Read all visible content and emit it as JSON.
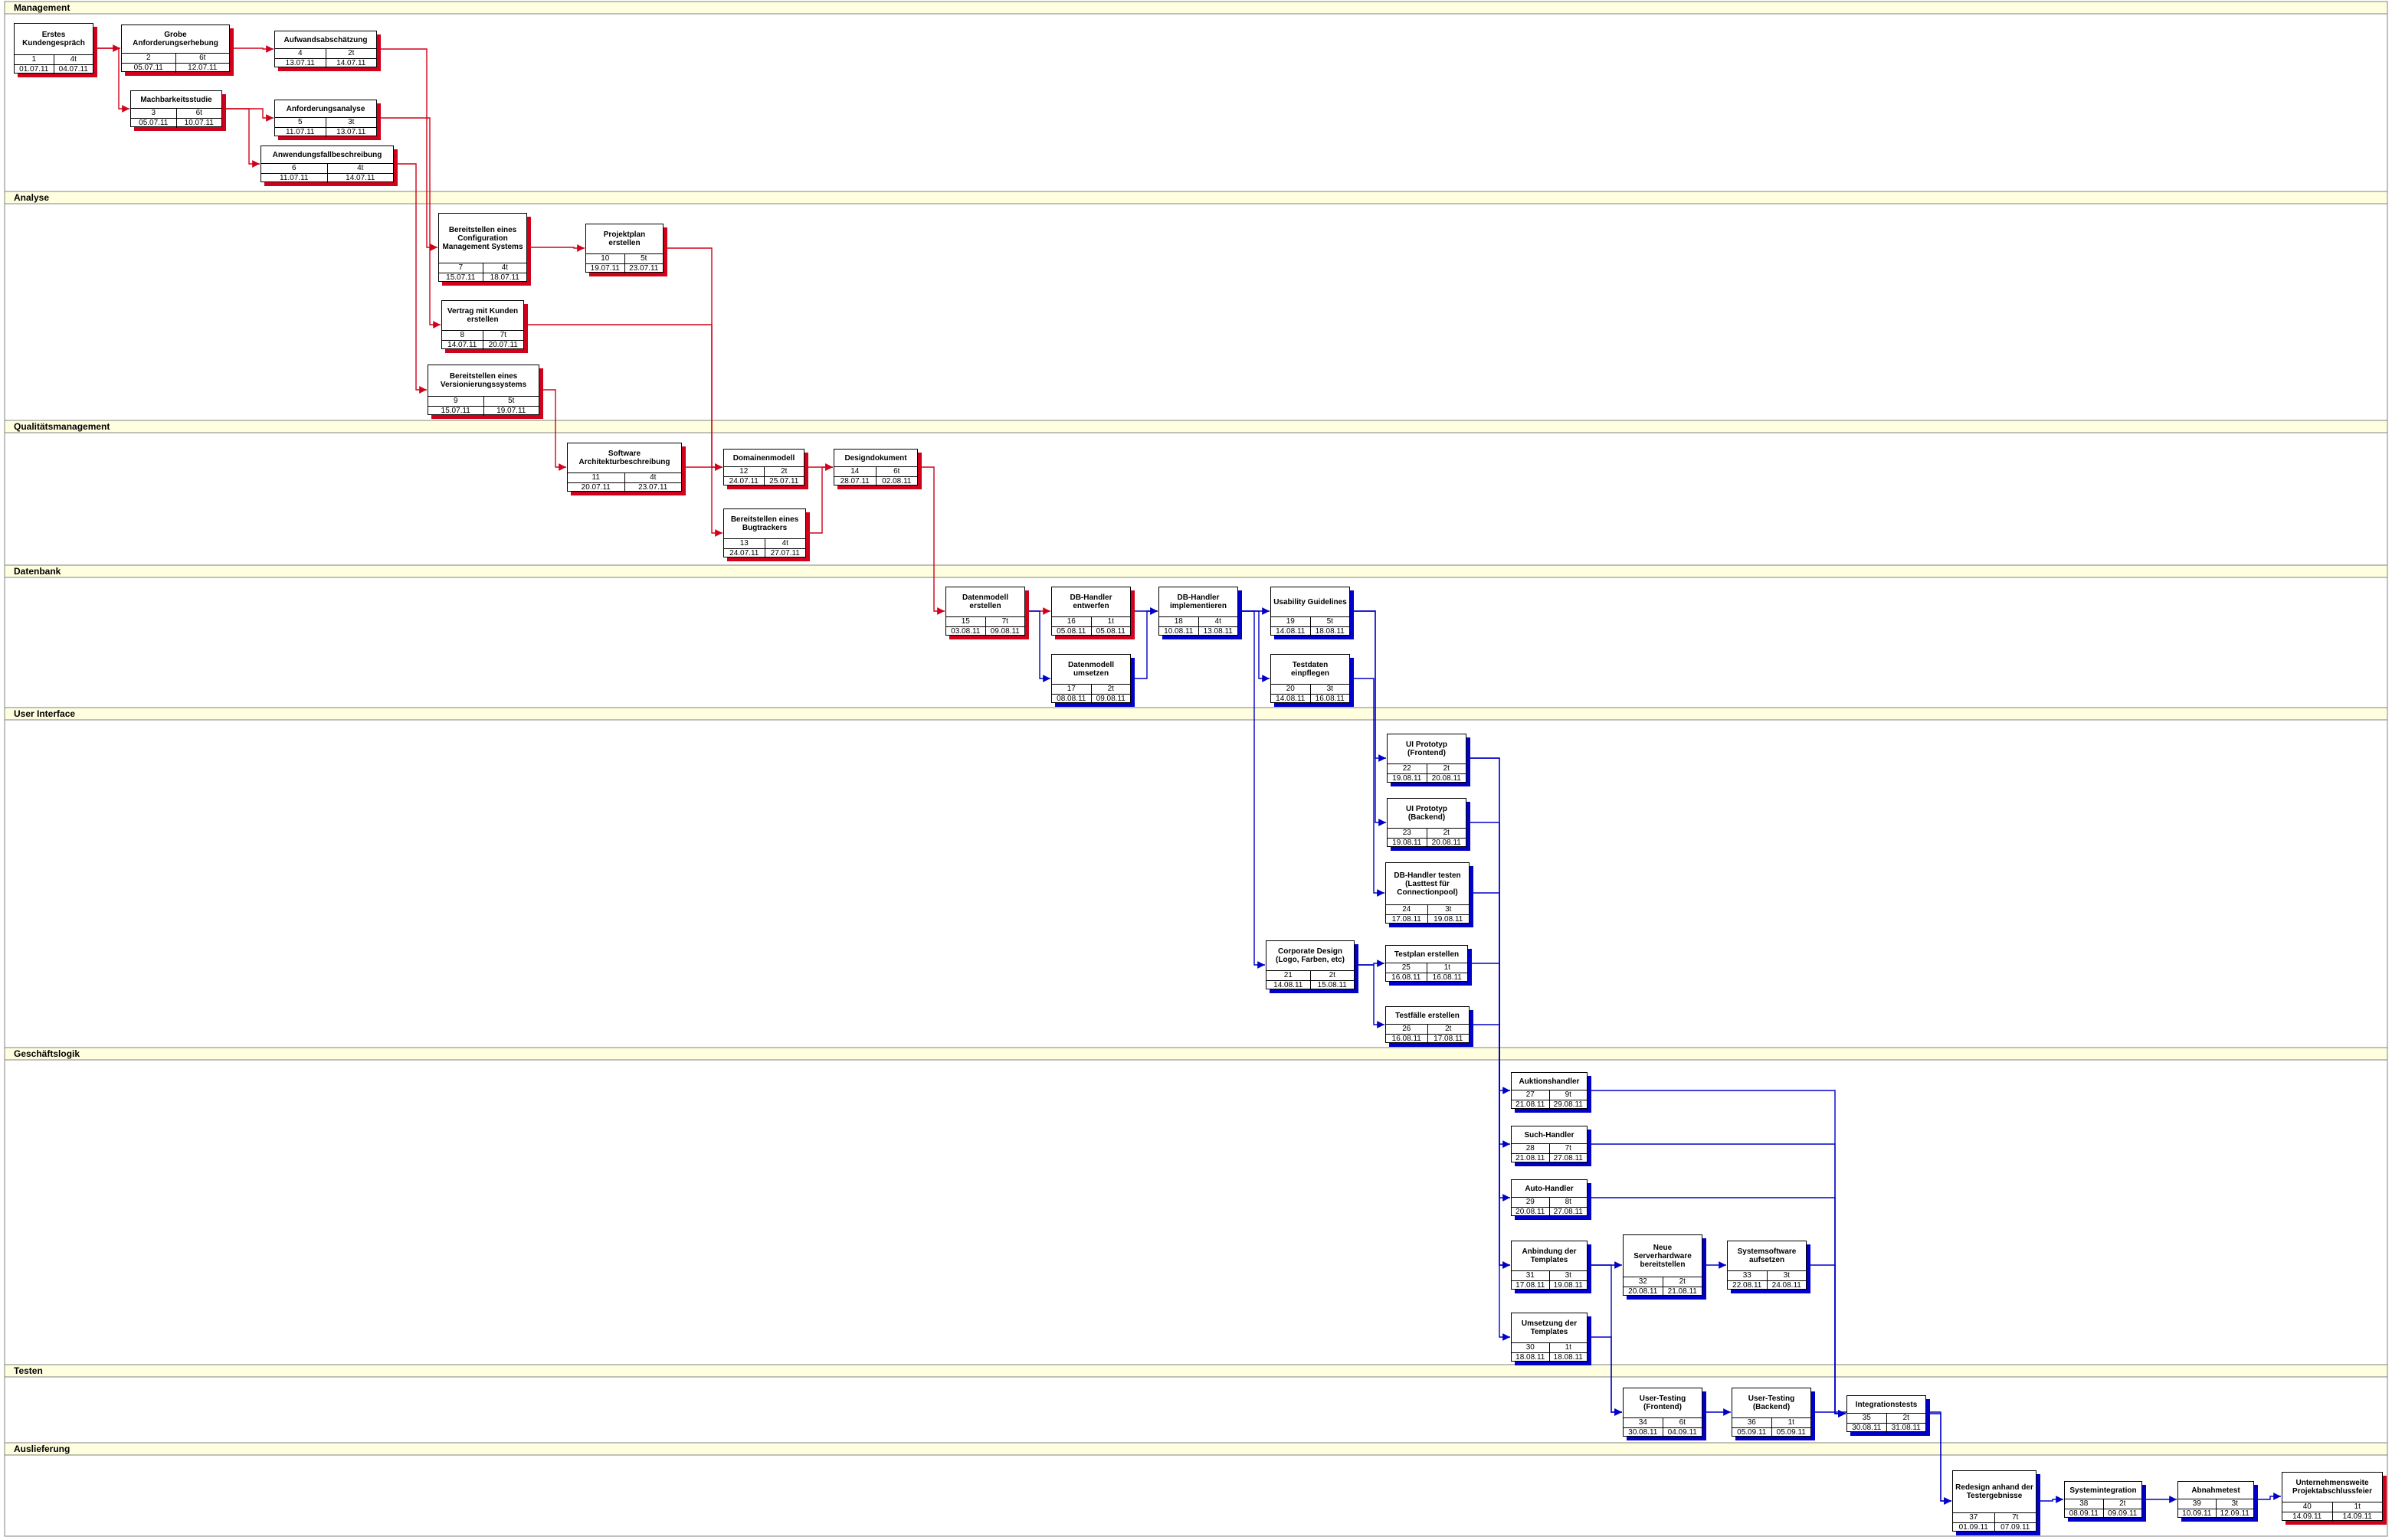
{
  "diagram": {
    "lanes": [
      {
        "name": "Management"
      },
      {
        "name": "Analyse"
      },
      {
        "name": "Qualitätsmanagement"
      },
      {
        "name": "Datenbank"
      },
      {
        "name": "User Interface"
      },
      {
        "name": "Geschäftslogik"
      },
      {
        "name": "Testen"
      },
      {
        "name": "Auslieferung"
      }
    ],
    "tasks": [
      {
        "name": "Erstes Kundengespräch",
        "id": "1",
        "duration": "4t",
        "start": "01.07.11",
        "end": "04.07.11",
        "critical": true
      },
      {
        "name": "Grobe Anforderungserhebung",
        "id": "2",
        "duration": "6t",
        "start": "05.07.11",
        "end": "12.07.11",
        "critical": true
      },
      {
        "name": "Machbarkeitsstudie",
        "id": "3",
        "duration": "6t",
        "start": "05.07.11",
        "end": "10.07.11",
        "critical": true
      },
      {
        "name": "Aufwandsabschätzung",
        "id": "4",
        "duration": "2t",
        "start": "13.07.11",
        "end": "14.07.11",
        "critical": true
      },
      {
        "name": "Anforderungsanalyse",
        "id": "5",
        "duration": "3t",
        "start": "11.07.11",
        "end": "13.07.11",
        "critical": true
      },
      {
        "name": "Anwendungsfallbeschreibung",
        "id": "6",
        "duration": "4t",
        "start": "11.07.11",
        "end": "14.07.11",
        "critical": true
      },
      {
        "name": "Bereitstellen eines Configuration Management Systems",
        "id": "7",
        "duration": "4t",
        "start": "15.07.11",
        "end": "18.07.11",
        "critical": true
      },
      {
        "name": "Vertrag mit Kunden erstellen",
        "id": "8",
        "duration": "7t",
        "start": "14.07.11",
        "end": "20.07.11",
        "critical": true
      },
      {
        "name": "Bereitstellen eines Versionierungssystems",
        "id": "9",
        "duration": "5t",
        "start": "15.07.11",
        "end": "19.07.11",
        "critical": true
      },
      {
        "name": "Projektplan erstellen",
        "id": "10",
        "duration": "5t",
        "start": "19.07.11",
        "end": "23.07.11",
        "critical": true
      },
      {
        "name": "Software Architekturbeschreibung",
        "id": "11",
        "duration": "4t",
        "start": "20.07.11",
        "end": "23.07.11",
        "critical": true
      },
      {
        "name": "Domainenmodell",
        "id": "12",
        "duration": "2t",
        "start": "24.07.11",
        "end": "25.07.11",
        "critical": true
      },
      {
        "name": "Bereitstellen eines Bugtrackers",
        "id": "13",
        "duration": "4t",
        "start": "24.07.11",
        "end": "27.07.11",
        "critical": true
      },
      {
        "name": "Designdokument",
        "id": "14",
        "duration": "6t",
        "start": "28.07.11",
        "end": "02.08.11",
        "critical": true
      },
      {
        "name": "Datenmodell erstellen",
        "id": "15",
        "duration": "7t",
        "start": "03.08.11",
        "end": "09.08.11",
        "critical": true
      },
      {
        "name": "DB-Handler entwerfen",
        "id": "16",
        "duration": "1t",
        "start": "05.08.11",
        "end": "05.08.11",
        "critical": true
      },
      {
        "name": "Datenmodell umsetzen",
        "id": "17",
        "duration": "2t",
        "start": "08.08.11",
        "end": "09.08.11",
        "critical": false
      },
      {
        "name": "DB-Handler implementieren",
        "id": "18",
        "duration": "4t",
        "start": "10.08.11",
        "end": "13.08.11",
        "critical": false
      },
      {
        "name": "Usability Guidelines",
        "id": "19",
        "duration": "5t",
        "start": "14.08.11",
        "end": "18.08.11",
        "critical": false
      },
      {
        "name": "Testdaten einpflegen",
        "id": "20",
        "duration": "3t",
        "start": "14.08.11",
        "end": "16.08.11",
        "critical": false
      },
      {
        "name": "Corporate Design (Logo, Farben, etc)",
        "id": "21",
        "duration": "2t",
        "start": "14.08.11",
        "end": "15.08.11",
        "critical": false
      },
      {
        "name": "UI Prototyp (Frontend)",
        "id": "22",
        "duration": "2t",
        "start": "19.08.11",
        "end": "20.08.11",
        "critical": false
      },
      {
        "name": "UI Prototyp (Backend)",
        "id": "23",
        "duration": "2t",
        "start": "19.08.11",
        "end": "20.08.11",
        "critical": false
      },
      {
        "name": "DB-Handler testen (Lasttest für Connectionpool)",
        "id": "24",
        "duration": "3t",
        "start": "17.08.11",
        "end": "19.08.11",
        "critical": false
      },
      {
        "name": "Testplan erstellen",
        "id": "25",
        "duration": "1t",
        "start": "16.08.11",
        "end": "16.08.11",
        "critical": false
      },
      {
        "name": "Testfälle erstellen",
        "id": "26",
        "duration": "2t",
        "start": "16.08.11",
        "end": "17.08.11",
        "critical": false
      },
      {
        "name": "Auktionshandler",
        "id": "27",
        "duration": "9t",
        "start": "21.08.11",
        "end": "29.08.11",
        "critical": false
      },
      {
        "name": "Such-Handler",
        "id": "28",
        "duration": "7t",
        "start": "21.08.11",
        "end": "27.08.11",
        "critical": false
      },
      {
        "name": "Auto-Handler",
        "id": "29",
        "duration": "8t",
        "start": "20.08.11",
        "end": "27.08.11",
        "critical": false
      },
      {
        "name": "Umsetzung der Templates",
        "id": "30",
        "duration": "1t",
        "start": "18.08.11",
        "end": "18.08.11",
        "critical": false
      },
      {
        "name": "Anbindung der Templates",
        "id": "31",
        "duration": "3t",
        "start": "17.08.11",
        "end": "19.08.11",
        "critical": false
      },
      {
        "name": "Neue Serverhardware bereitstellen",
        "id": "32",
        "duration": "2t",
        "start": "20.08.11",
        "end": "21.08.11",
        "critical": false
      },
      {
        "name": "Systemsoftware aufsetzen",
        "id": "33",
        "duration": "3t",
        "start": "22.08.11",
        "end": "24.08.11",
        "critical": false
      },
      {
        "name": "User-Testing (Frontend)",
        "id": "34",
        "duration": "6t",
        "start": "30.08.11",
        "end": "04.09.11",
        "critical": false
      },
      {
        "name": "Integrationstests",
        "id": "35",
        "duration": "2t",
        "start": "30.08.11",
        "end": "31.08.11",
        "critical": false
      },
      {
        "name": "User-Testing (Backend)",
        "id": "36",
        "duration": "1t",
        "start": "05.09.11",
        "end": "05.09.11",
        "critical": false
      },
      {
        "name": "Redesign anhand der Testergebnisse",
        "id": "37",
        "duration": "7t",
        "start": "01.09.11",
        "end": "07.09.11",
        "critical": false
      },
      {
        "name": "Systemintegration",
        "id": "38",
        "duration": "2t",
        "start": "08.09.11",
        "end": "09.09.11",
        "critical": false
      },
      {
        "name": "Abnahmetest",
        "id": "39",
        "duration": "3t",
        "start": "10.09.11",
        "end": "12.09.11",
        "critical": false
      },
      {
        "name": "Unternehmensweite Projektabschlussfeier",
        "id": "40",
        "duration": "1t",
        "start": "14.09.11",
        "end": "14.09.11",
        "critical": true
      }
    ],
    "links": [
      {
        "from": "1",
        "to": "2"
      },
      {
        "from": "1",
        "to": "3"
      },
      {
        "from": "2",
        "to": "4"
      },
      {
        "from": "3",
        "to": "5"
      },
      {
        "from": "3",
        "to": "6"
      },
      {
        "from": "4",
        "to": "7"
      },
      {
        "from": "5",
        "to": "8"
      },
      {
        "from": "6",
        "to": "9"
      },
      {
        "from": "7",
        "to": "10"
      },
      {
        "from": "9",
        "to": "11"
      },
      {
        "from": "10",
        "to": "12"
      },
      {
        "from": "8",
        "to": "13"
      },
      {
        "from": "11",
        "to": "12"
      },
      {
        "from": "12",
        "to": "14"
      },
      {
        "from": "13",
        "to": "14"
      },
      {
        "from": "14",
        "to": "15"
      },
      {
        "from": "15",
        "to": "16"
      },
      {
        "from": "15",
        "to": "17"
      },
      {
        "from": "16",
        "to": "18"
      },
      {
        "from": "17",
        "to": "18"
      },
      {
        "from": "18",
        "to": "19"
      },
      {
        "from": "18",
        "to": "20"
      },
      {
        "from": "18",
        "to": "21"
      },
      {
        "from": "19",
        "to": "22"
      },
      {
        "from": "19",
        "to": "23"
      },
      {
        "from": "20",
        "to": "24"
      },
      {
        "from": "21",
        "to": "25"
      },
      {
        "from": "21",
        "to": "26"
      },
      {
        "from": "22",
        "to": "27"
      },
      {
        "from": "22",
        "to": "28"
      },
      {
        "from": "23",
        "to": "29"
      },
      {
        "from": "24",
        "to": "30"
      },
      {
        "from": "25",
        "to": "31"
      },
      {
        "from": "26",
        "to": "31"
      },
      {
        "from": "31",
        "to": "32"
      },
      {
        "from": "32",
        "to": "33"
      },
      {
        "from": "30",
        "to": "34"
      },
      {
        "from": "31",
        "to": "34"
      },
      {
        "from": "27",
        "to": "35"
      },
      {
        "from": "28",
        "to": "35"
      },
      {
        "from": "29",
        "to": "35"
      },
      {
        "from": "33",
        "to": "35"
      },
      {
        "from": "34",
        "to": "36"
      },
      {
        "from": "35",
        "to": "37"
      },
      {
        "from": "36",
        "to": "37"
      },
      {
        "from": "37",
        "to": "38"
      },
      {
        "from": "38",
        "to": "39"
      },
      {
        "from": "39",
        "to": "40"
      }
    ]
  }
}
